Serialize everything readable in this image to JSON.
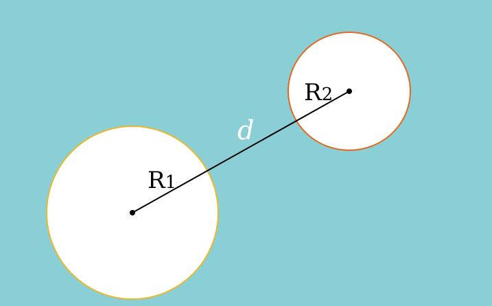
{
  "diagram": {
    "circle1": {
      "label": "R",
      "subscript": "1",
      "stroke": "#e8b92e"
    },
    "circle2": {
      "label": "R",
      "subscript": "2",
      "stroke": "#e2691f"
    },
    "distance_label": "d",
    "background": "#8bcfd6"
  }
}
